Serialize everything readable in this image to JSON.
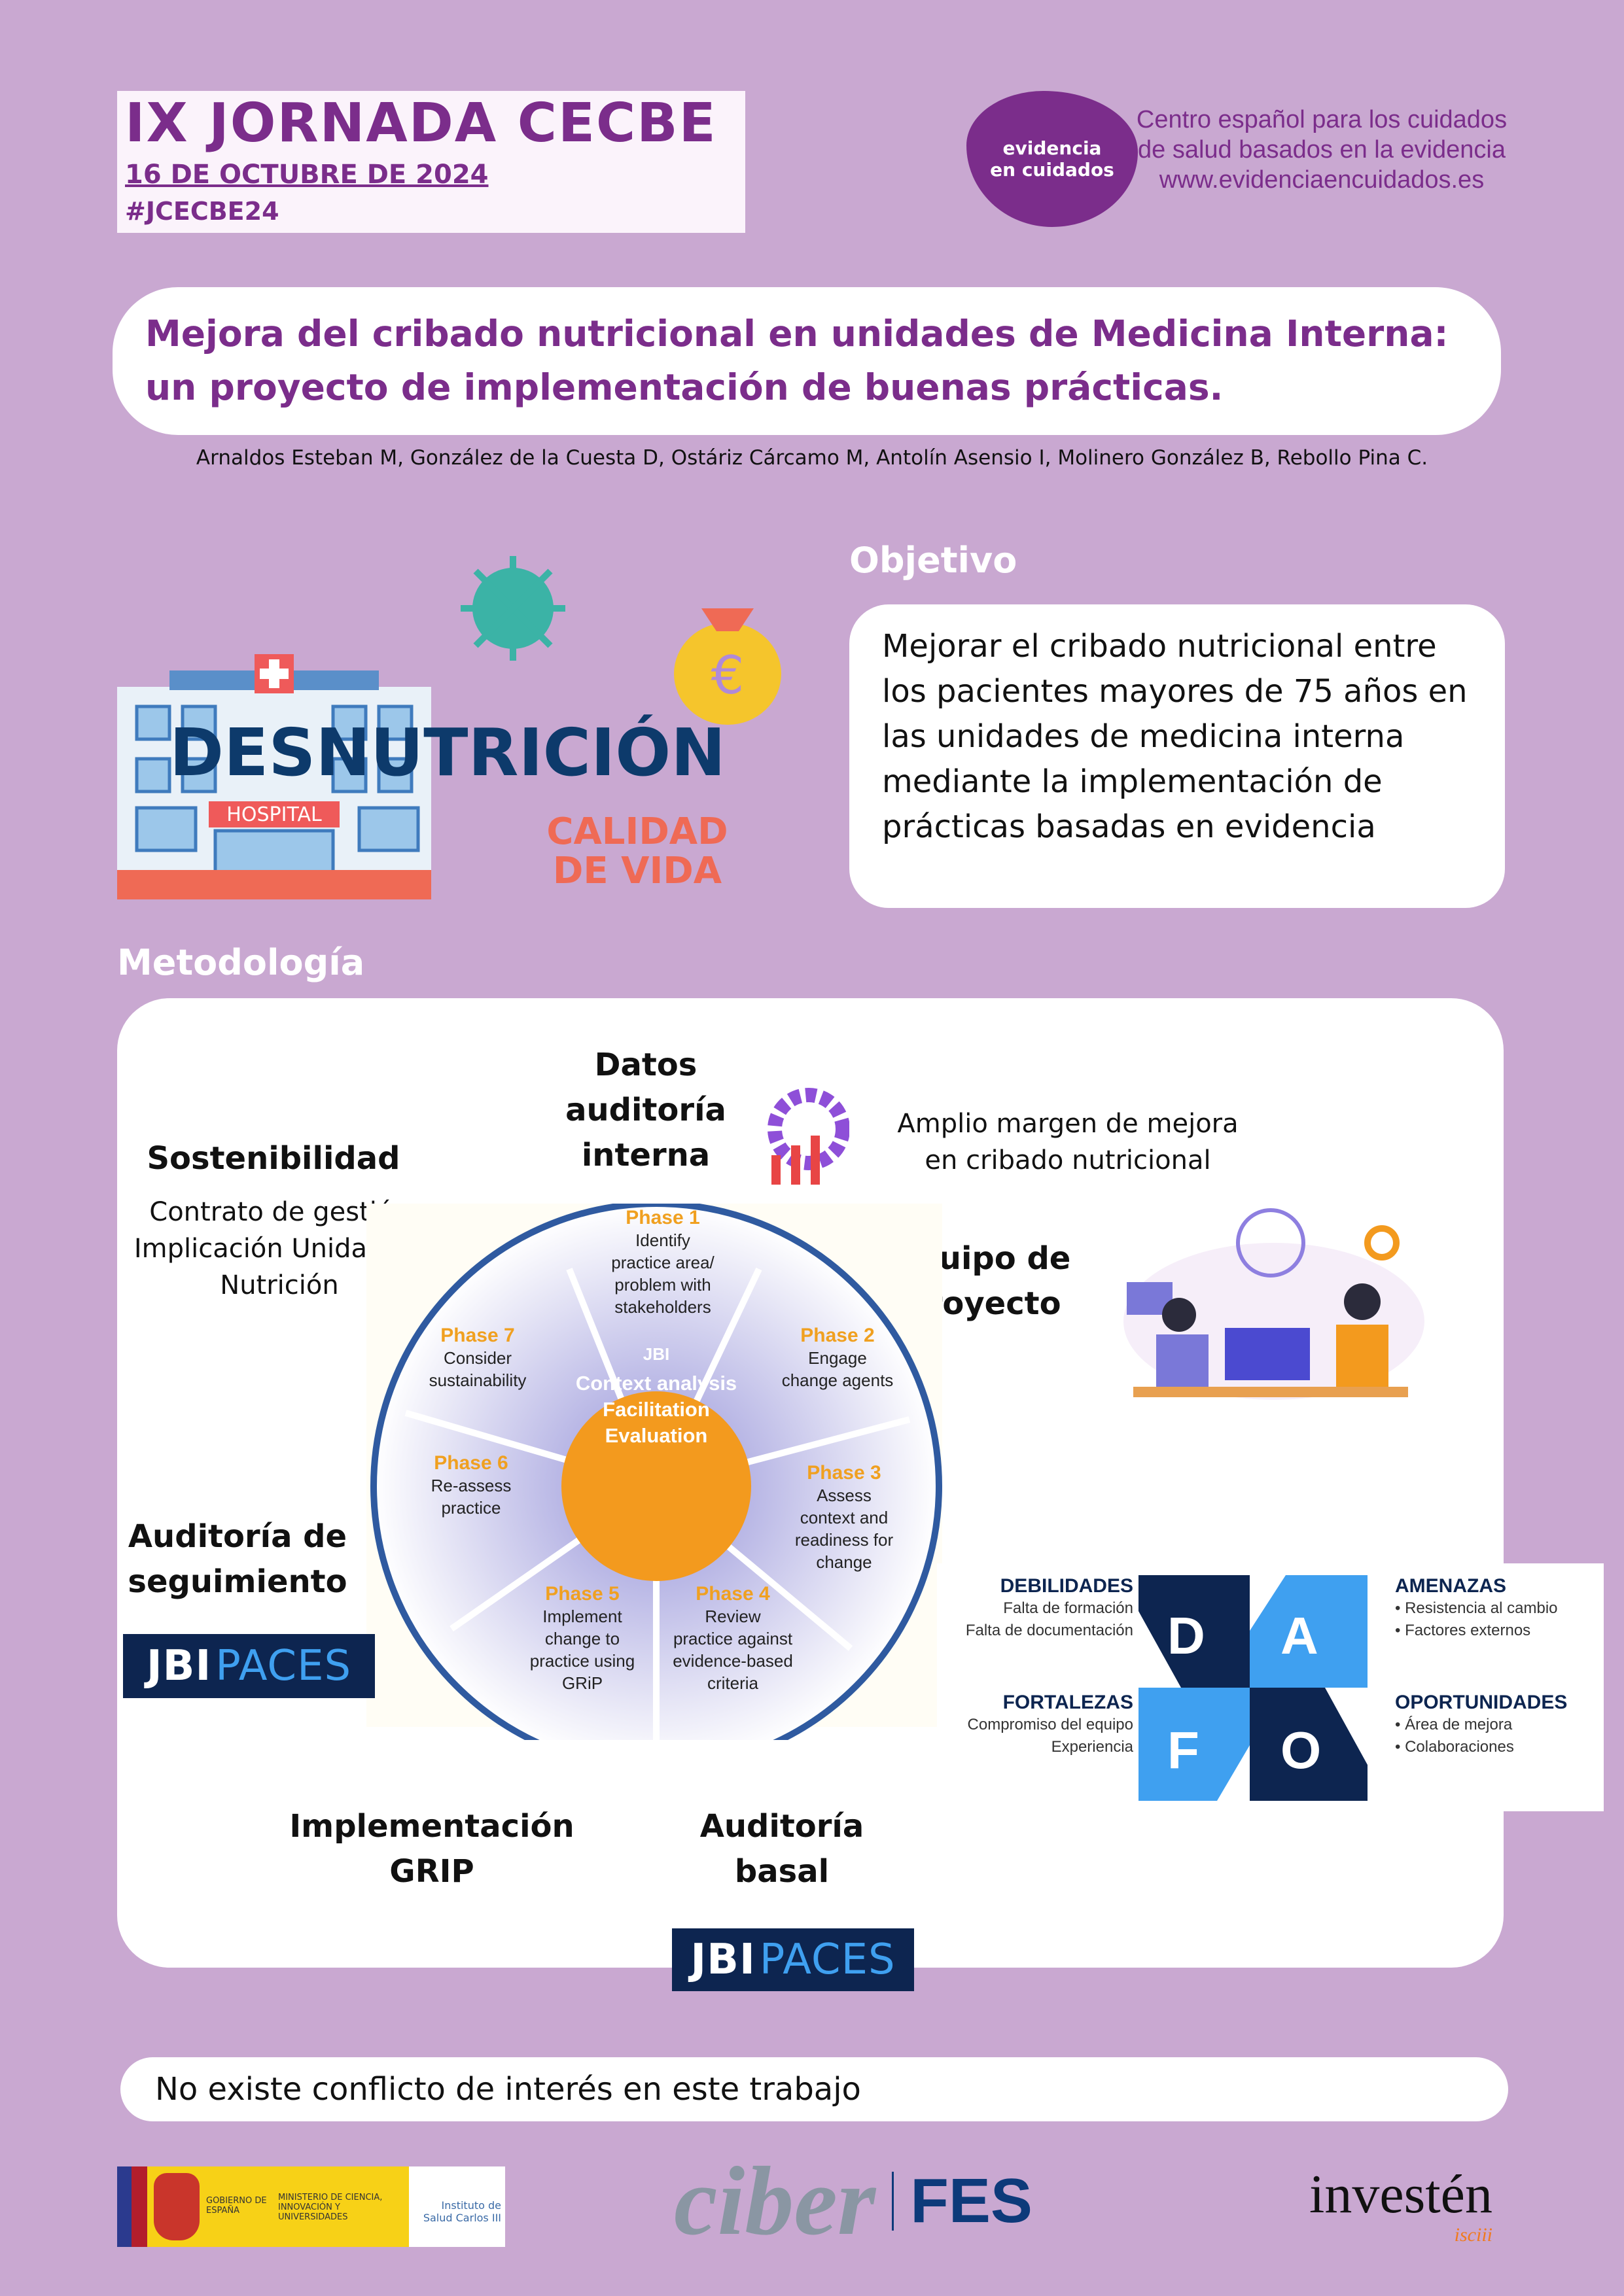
{
  "header": {
    "title": "IX JORNADA CECBE",
    "date": "16 DE OCTUBRE DE 2024",
    "hashtag": "#JCECBE24"
  },
  "logo": {
    "blob_line1": "evidencia",
    "blob_line2": "en cuidados",
    "line1": "Centro español para los cuidados",
    "line2": "de salud basados en la evidencia",
    "url": "www.evidenciaencuidados.es"
  },
  "poster": {
    "title_line1": "Mejora del cribado nutricional en unidades de Medicina Interna:",
    "title_line2": "un proyecto de implementación de buenas prácticas.",
    "authors": "Arnaldos Esteban M, González de la Cuesta D, Ostáriz Cárcamo M, Antolín Asensio I, Molinero González B, Rebollo Pina C."
  },
  "illustration": {
    "word": "DESNUTRICIÓN",
    "hospital": "HOSPITAL",
    "quality1": "CALIDAD",
    "quality2": "DE VIDA",
    "euro": "€"
  },
  "objective": {
    "heading": "Objetivo",
    "text": "Mejorar el cribado nutricional entre los pacientes mayores de 75 años en las unidades de medicina interna mediante la implementación de prácticas basadas en evidencia"
  },
  "methodology": {
    "heading": "Metodología",
    "datos": [
      "Datos",
      "auditoría",
      "interna"
    ],
    "amplio": [
      "Amplio margen de mejora",
      "en cribado nutricional"
    ],
    "sostenibilidad": "Sostenibilidad",
    "contrato": [
      "Contrato de gestión",
      "Implicación Unidad de",
      "Nutrición"
    ],
    "equipo": [
      "Equipo de",
      "proyecto"
    ],
    "seguimiento": [
      "Auditoría de",
      "seguimiento"
    ],
    "grip": [
      "Implementación",
      "GRIP"
    ],
    "basal": [
      "Auditoría",
      "basal"
    ],
    "jbi_a": "JBI",
    "jbi_b": "PACES",
    "cycle": {
      "center": [
        "Context analysis",
        "Facilitation",
        "Evaluation"
      ],
      "center_logo": "JBI",
      "phases": [
        {
          "name": "Phase 1",
          "text": [
            "Identify",
            "practice area/",
            "problem with",
            "stakeholders"
          ]
        },
        {
          "name": "Phase 2",
          "text": [
            "Engage",
            "change agents"
          ]
        },
        {
          "name": "Phase 3",
          "text": [
            "Assess",
            "context and",
            "readiness for",
            "change"
          ]
        },
        {
          "name": "Phase 4",
          "text": [
            "Review",
            "practice against",
            "evidence-based",
            "criteria"
          ]
        },
        {
          "name": "Phase 5",
          "text": [
            "Implement",
            "change to",
            "practice using",
            "GRiP"
          ]
        },
        {
          "name": "Phase 6",
          "text": [
            "Re-assess",
            "practice"
          ]
        },
        {
          "name": "Phase 7",
          "text": [
            "Consider",
            "sustainability"
          ]
        }
      ]
    },
    "dafo": {
      "debilidades": {
        "title": "DEBILIDADES",
        "items": [
          "Falta de formación",
          "Falta de documentación"
        ]
      },
      "amenazas": {
        "title": "AMENAZAS",
        "items": [
          "Resistencia al cambio",
          "Factores externos"
        ]
      },
      "fortalezas": {
        "title": "FORTALEZAS",
        "items": [
          "Compromiso del equipo",
          "Experiencia"
        ]
      },
      "oportunidades": {
        "title": "OPORTUNIDADES",
        "items": [
          "Área de mejora",
          "Colaboraciones"
        ]
      },
      "letters": [
        "D",
        "A",
        "F",
        "O"
      ]
    }
  },
  "conflict": "No existe conflicto de interés en este trabajo",
  "footer": {
    "gov1": "GOBIERNO DE ESPAÑA",
    "gov2": "MINISTERIO DE CIENCIA, INNOVACIÓN Y UNIVERSIDADES",
    "isciii": "Instituto de Salud Carlos III",
    "ciber": "ciber",
    "fes": "FES",
    "investen": "investén",
    "isciii_small": "isciii"
  },
  "colors": {
    "bg": "#c9a8d1",
    "purple": "#7b2d8b",
    "navy": "#0d2550",
    "blue": "#3fa0f0",
    "orange": "#f39a1e"
  }
}
